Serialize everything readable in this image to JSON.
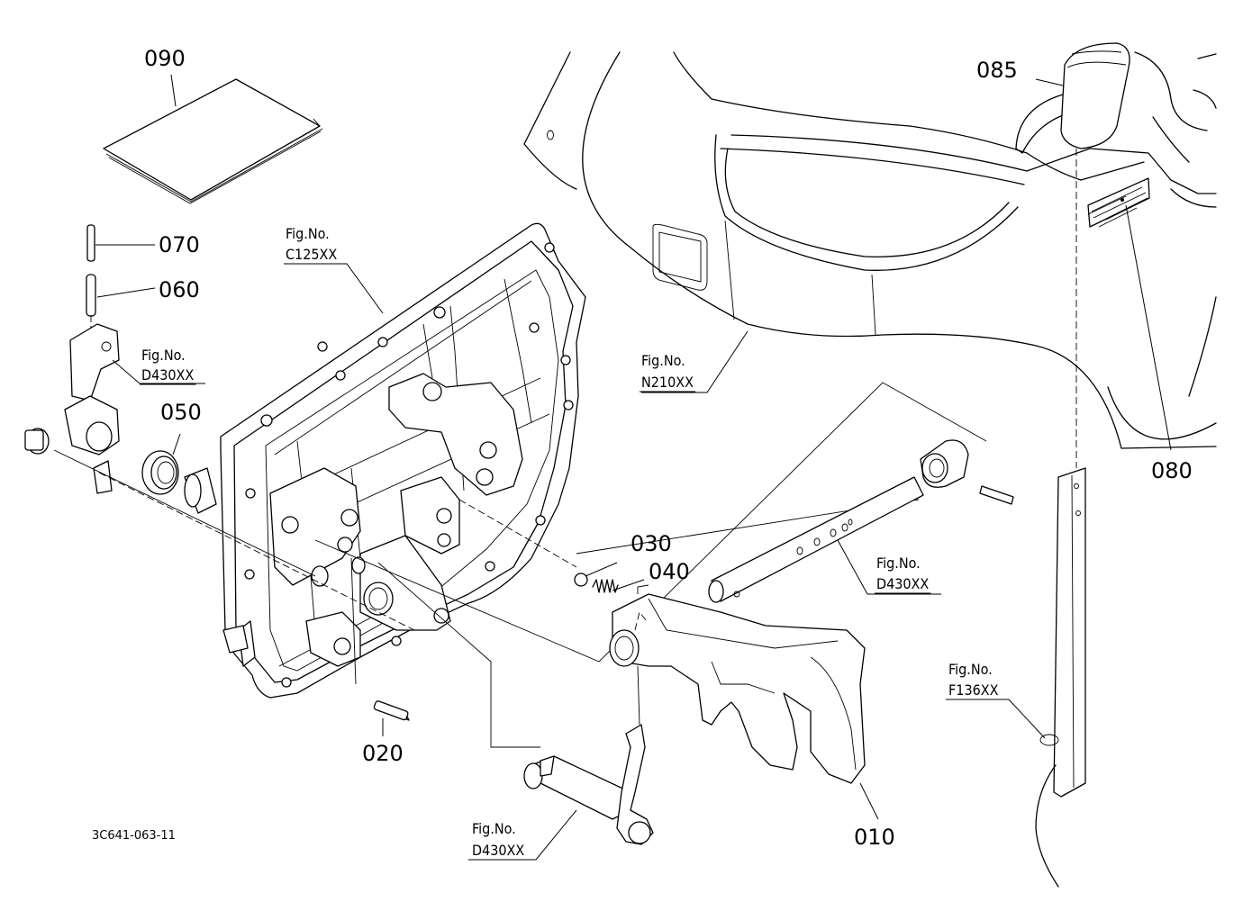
{
  "diagram": {
    "drawing_code": "3C641-063-11",
    "parts": [
      {
        "id": "part-010",
        "number": "010"
      },
      {
        "id": "part-020",
        "number": "020"
      },
      {
        "id": "part-030",
        "number": "030"
      },
      {
        "id": "part-040",
        "number": "040"
      },
      {
        "id": "part-050",
        "number": "050"
      },
      {
        "id": "part-060",
        "number": "060"
      },
      {
        "id": "part-070",
        "number": "070"
      },
      {
        "id": "part-080",
        "number": "080"
      },
      {
        "id": "part-085",
        "number": "085"
      },
      {
        "id": "part-090",
        "number": "090"
      }
    ],
    "figure_refs": [
      {
        "label": "Fig.No.",
        "code": "C125XX"
      },
      {
        "label": "Fig.No.",
        "code": "D430XX"
      },
      {
        "label": "Fig.No.",
        "code": "N210XX"
      },
      {
        "label": "Fig.No.",
        "code": "D430XX"
      },
      {
        "label": "Fig.No.",
        "code": "F136XX"
      },
      {
        "label": "Fig.No.",
        "code": "D430XX"
      }
    ]
  }
}
